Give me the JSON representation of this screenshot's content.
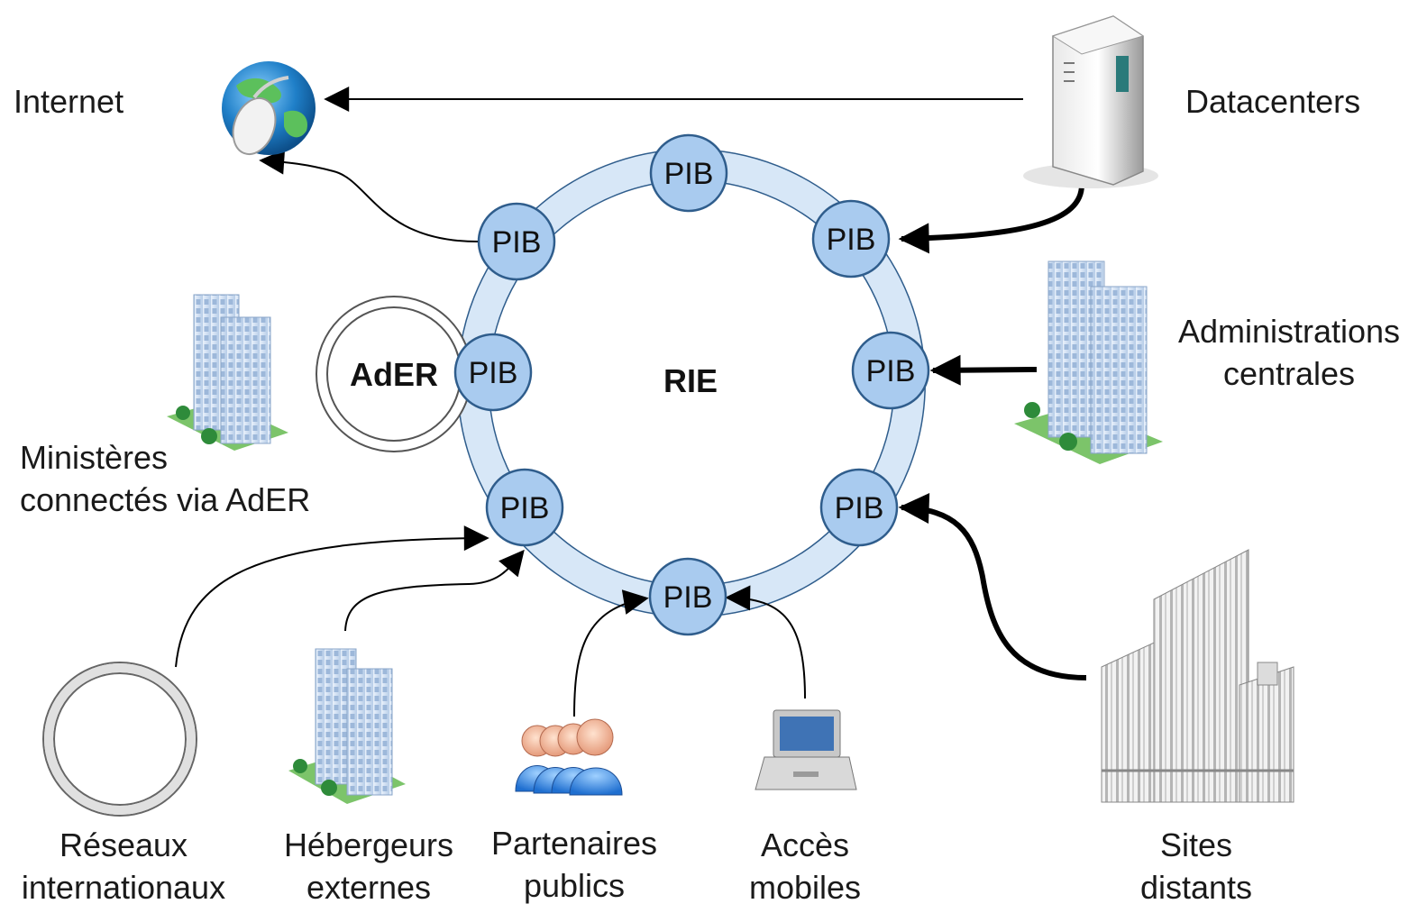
{
  "network": {
    "center_label": "RIE",
    "node_label": "PIB",
    "ader_label": "AdER"
  },
  "labels": {
    "internet": "Internet",
    "datacenters": "Datacenters",
    "admin_line1": "Administrations",
    "admin_line2": "centrales",
    "ministeres_line1": "Ministères",
    "ministeres_line2": "connectés via AdER",
    "reseaux_line1": "Réseaux",
    "reseaux_line2": "internationaux",
    "hebergeurs_line1": "Hébergeurs",
    "hebergeurs_line2": "externes",
    "partenaires_line1": "Partenaires",
    "partenaires_line2": "publics",
    "acces_line1": "Accès",
    "acces_line2": "mobiles",
    "sites_line1": "Sites",
    "sites_line2": "distants"
  },
  "colors": {
    "ring_fill": "#d7e7f7",
    "ring_stroke": "#2f5d8c",
    "node_fill": "#a9cbef",
    "node_stroke": "#2f5d8c",
    "building": "#c9dcf2",
    "grass": "#7cc46a",
    "arrow": "#000000"
  },
  "icons": [
    "globe-icon",
    "server-icon",
    "building-icon",
    "people-icon",
    "laptop-icon",
    "office-tower-icon"
  ]
}
